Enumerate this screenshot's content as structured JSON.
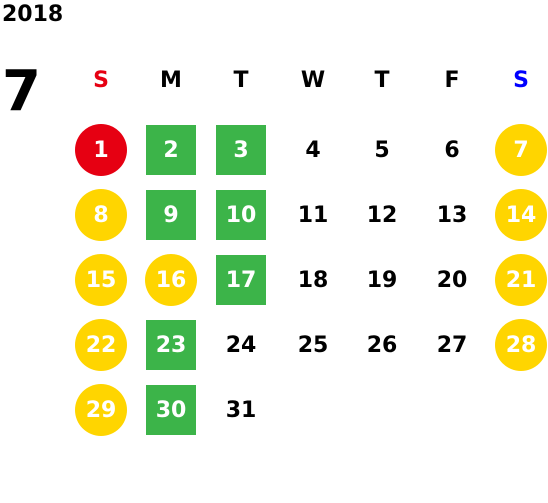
{
  "calendar": {
    "year": "2018",
    "month": "7",
    "weekdays": [
      {
        "label": "S",
        "color": "#e60012"
      },
      {
        "label": "M",
        "color": "#000000"
      },
      {
        "label": "T",
        "color": "#000000"
      },
      {
        "label": "W",
        "color": "#000000"
      },
      {
        "label": "T",
        "color": "#000000"
      },
      {
        "label": "F",
        "color": "#000000"
      },
      {
        "label": "S",
        "color": "#0000ff"
      }
    ],
    "first_weekday_index": 0,
    "days": [
      {
        "day": "1",
        "style": "red-circle"
      },
      {
        "day": "2",
        "style": "green-square"
      },
      {
        "day": "3",
        "style": "green-square"
      },
      {
        "day": "4",
        "style": "plain"
      },
      {
        "day": "5",
        "style": "plain"
      },
      {
        "day": "6",
        "style": "plain"
      },
      {
        "day": "7",
        "style": "yellow-circle"
      },
      {
        "day": "8",
        "style": "yellow-circle"
      },
      {
        "day": "9",
        "style": "green-square"
      },
      {
        "day": "10",
        "style": "green-square"
      },
      {
        "day": "11",
        "style": "plain"
      },
      {
        "day": "12",
        "style": "plain"
      },
      {
        "day": "13",
        "style": "plain"
      },
      {
        "day": "14",
        "style": "yellow-circle"
      },
      {
        "day": "15",
        "style": "yellow-circle"
      },
      {
        "day": "16",
        "style": "yellow-circle"
      },
      {
        "day": "17",
        "style": "green-square"
      },
      {
        "day": "18",
        "style": "plain"
      },
      {
        "day": "19",
        "style": "plain"
      },
      {
        "day": "20",
        "style": "plain"
      },
      {
        "day": "21",
        "style": "yellow-circle"
      },
      {
        "day": "22",
        "style": "yellow-circle"
      },
      {
        "day": "23",
        "style": "green-square"
      },
      {
        "day": "24",
        "style": "plain"
      },
      {
        "day": "25",
        "style": "plain"
      },
      {
        "day": "26",
        "style": "plain"
      },
      {
        "day": "27",
        "style": "plain"
      },
      {
        "day": "28",
        "style": "yellow-circle"
      },
      {
        "day": "29",
        "style": "yellow-circle"
      },
      {
        "day": "30",
        "style": "green-square"
      },
      {
        "day": "31",
        "style": "plain"
      }
    ],
    "colors": {
      "red": "#e60012",
      "yellow": "#ffd500",
      "green": "#3cb449",
      "text_plain": "#000000",
      "text_marked": "#ffffff"
    }
  }
}
